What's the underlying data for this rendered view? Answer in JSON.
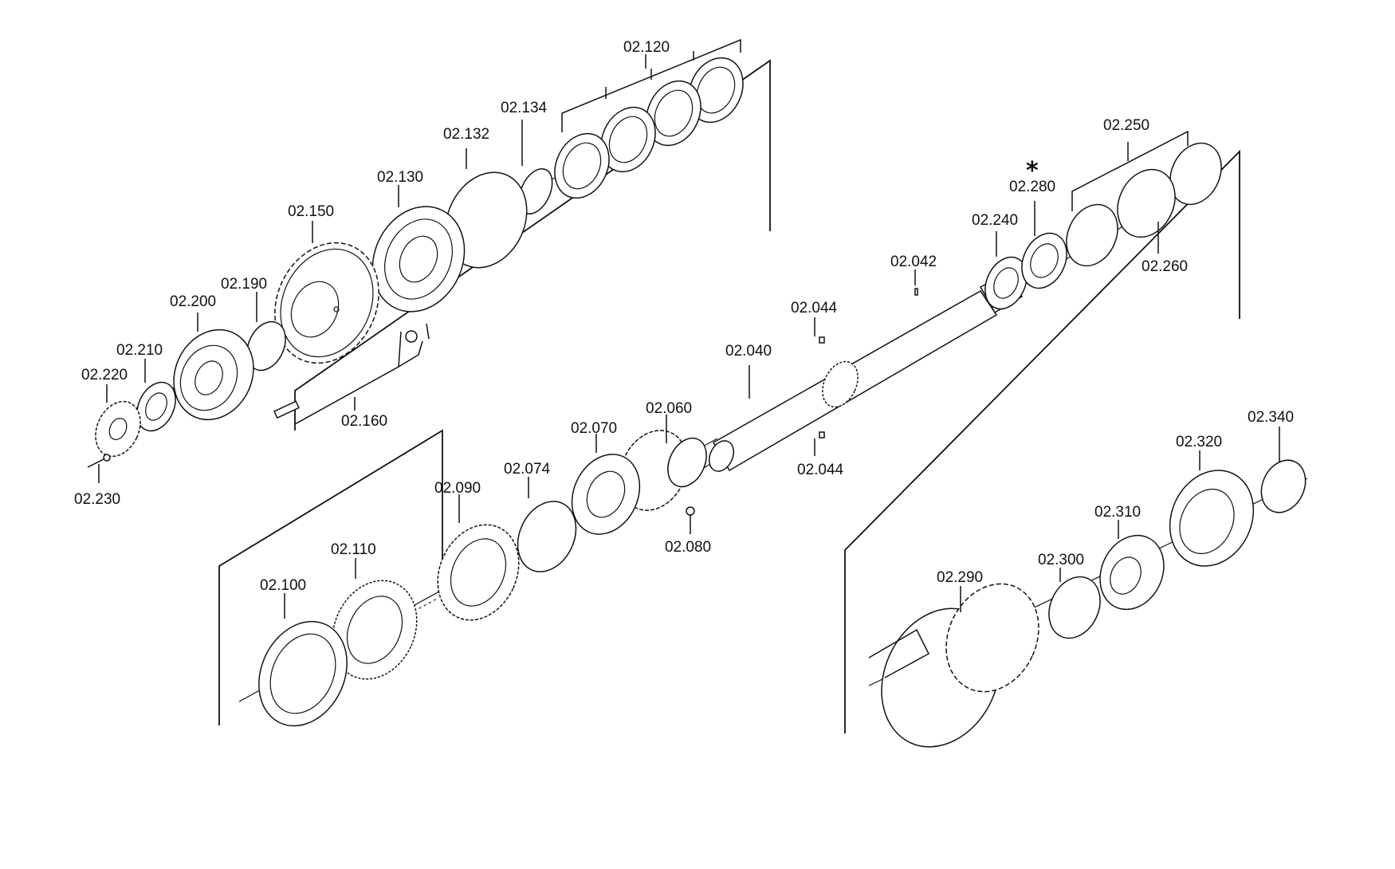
{
  "labels": {
    "p02_120": "02.120",
    "p02_134": "02.134",
    "p02_132": "02.132",
    "p02_130": "02.130",
    "p02_150": "02.150",
    "p02_190": "02.190",
    "p02_200": "02.200",
    "p02_210": "02.210",
    "p02_220": "02.220",
    "p02_230": "02.230",
    "p02_160": "02.160",
    "p02_250": "02.250",
    "p02_280": "02.280",
    "p02_240": "02.240",
    "p02_260": "02.260",
    "p02_042": "02.042",
    "p02_044a": "02.044",
    "p02_040": "02.040",
    "p02_044b": "02.044",
    "p02_060": "02.060",
    "p02_070": "02.070",
    "p02_074": "02.074",
    "p02_080": "02.080",
    "p02_090": "02.090",
    "p02_110": "02.110",
    "p02_100": "02.100",
    "p02_340": "02.340",
    "p02_320": "02.320",
    "p02_310": "02.310",
    "p02_300": "02.300",
    "p02_290": "02.290"
  },
  "asterisk": "*"
}
